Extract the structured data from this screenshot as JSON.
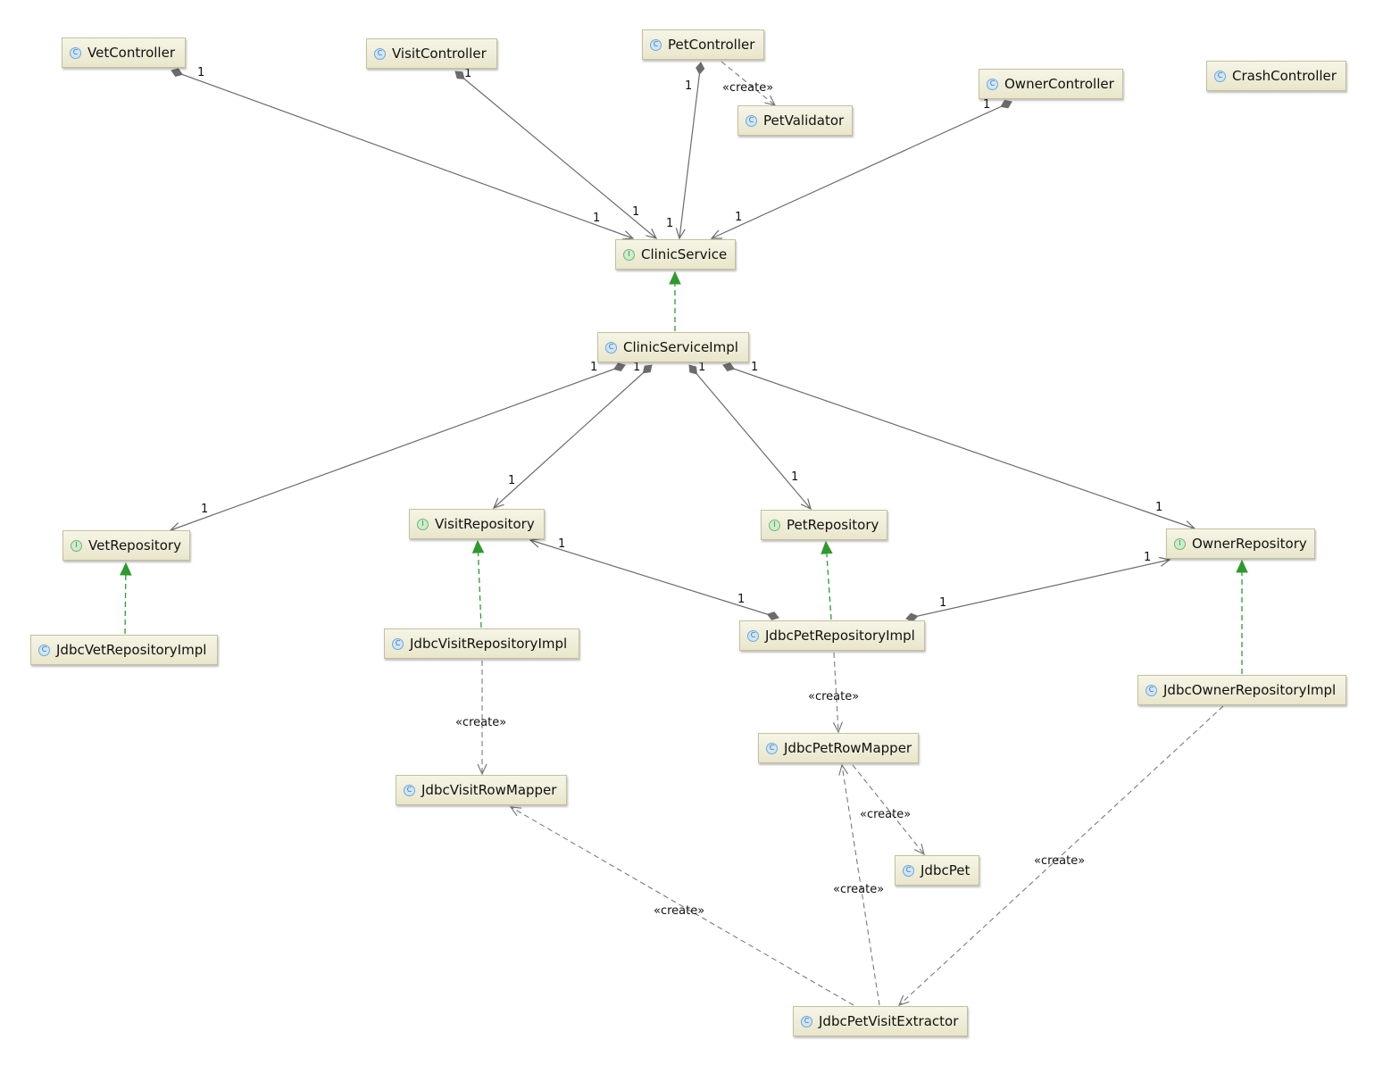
{
  "diagram": {
    "nodes": {
      "vet_controller": {
        "name": "VetController",
        "kind": "class",
        "icon": "class-icon"
      },
      "visit_controller": {
        "name": "VisitController",
        "kind": "class",
        "icon": "class-icon"
      },
      "pet_controller": {
        "name": "PetController",
        "kind": "class",
        "icon": "class-icon"
      },
      "owner_controller": {
        "name": "OwnerController",
        "kind": "class",
        "icon": "class-icon"
      },
      "crash_controller": {
        "name": "CrashController",
        "kind": "class",
        "icon": "class-icon"
      },
      "pet_validator": {
        "name": "PetValidator",
        "kind": "class",
        "icon": "class-icon"
      },
      "clinic_service": {
        "name": "ClinicService",
        "kind": "interface",
        "icon": "interface-icon"
      },
      "clinic_service_impl": {
        "name": "ClinicServiceImpl",
        "kind": "class",
        "icon": "class-icon"
      },
      "vet_repository": {
        "name": "VetRepository",
        "kind": "interface",
        "icon": "interface-icon"
      },
      "visit_repository": {
        "name": "VisitRepository",
        "kind": "interface",
        "icon": "interface-icon"
      },
      "pet_repository": {
        "name": "PetRepository",
        "kind": "interface",
        "icon": "interface-icon"
      },
      "owner_repository": {
        "name": "OwnerRepository",
        "kind": "interface",
        "icon": "interface-icon"
      },
      "jdbc_vet_repository_impl": {
        "name": "JdbcVetRepositoryImpl",
        "kind": "class",
        "icon": "class-icon"
      },
      "jdbc_visit_repository_impl": {
        "name": "JdbcVisitRepositoryImpl",
        "kind": "class",
        "icon": "class-icon"
      },
      "jdbc_pet_repository_impl": {
        "name": "JdbcPetRepositoryImpl",
        "kind": "class",
        "icon": "class-icon"
      },
      "jdbc_owner_repository_impl": {
        "name": "JdbcOwnerRepositoryImpl",
        "kind": "class",
        "icon": "class-icon"
      },
      "jdbc_visit_row_mapper": {
        "name": "JdbcVisitRowMapper",
        "kind": "class",
        "icon": "class-icon"
      },
      "jdbc_pet_row_mapper": {
        "name": "JdbcPetRowMapper",
        "kind": "class",
        "icon": "class-icon"
      },
      "jdbc_pet": {
        "name": "JdbcPet",
        "kind": "class",
        "icon": "class-icon"
      },
      "jdbc_pet_visit_extractor": {
        "name": "JdbcPetVisitExtractor",
        "kind": "class",
        "icon": "class-icon"
      }
    },
    "badge_letters": {
      "class": "C",
      "interface": "I"
    },
    "colors": {
      "association": "#6b6b6b",
      "realization": "#2e9a2e",
      "dependency": "#7a7a7a",
      "node_fill": "#efecd4",
      "node_border": "#c4c09c"
    },
    "edges": [
      {
        "id": "e1",
        "kind": "association",
        "from": "vet_controller",
        "to": "clinic_service",
        "source_mult": "1",
        "target_mult": "1"
      },
      {
        "id": "e2",
        "kind": "association",
        "from": "visit_controller",
        "to": "clinic_service",
        "source_mult": "1",
        "target_mult": "1"
      },
      {
        "id": "e3",
        "kind": "association",
        "from": "pet_controller",
        "to": "clinic_service",
        "source_mult": "1",
        "target_mult": "1"
      },
      {
        "id": "e4",
        "kind": "association",
        "from": "owner_controller",
        "to": "clinic_service",
        "source_mult": "1",
        "target_mult": "1"
      },
      {
        "id": "e5",
        "kind": "dependency",
        "from": "pet_controller",
        "to": "pet_validator",
        "label": "«create»"
      },
      {
        "id": "e6",
        "kind": "realization",
        "from": "clinic_service_impl",
        "to": "clinic_service"
      },
      {
        "id": "e7",
        "kind": "association",
        "from": "clinic_service_impl",
        "to": "vet_repository",
        "source_mult": "1",
        "target_mult": "1"
      },
      {
        "id": "e8",
        "kind": "association",
        "from": "clinic_service_impl",
        "to": "visit_repository",
        "source_mult": "1",
        "target_mult": "1"
      },
      {
        "id": "e9",
        "kind": "association",
        "from": "clinic_service_impl",
        "to": "pet_repository",
        "source_mult": "1",
        "target_mult": "1"
      },
      {
        "id": "e10",
        "kind": "association",
        "from": "clinic_service_impl",
        "to": "owner_repository",
        "source_mult": "1",
        "target_mult": "1"
      },
      {
        "id": "e11",
        "kind": "realization",
        "from": "jdbc_vet_repository_impl",
        "to": "vet_repository"
      },
      {
        "id": "e12",
        "kind": "realization",
        "from": "jdbc_visit_repository_impl",
        "to": "visit_repository"
      },
      {
        "id": "e13",
        "kind": "realization",
        "from": "jdbc_pet_repository_impl",
        "to": "pet_repository"
      },
      {
        "id": "e14",
        "kind": "realization",
        "from": "jdbc_owner_repository_impl",
        "to": "owner_repository"
      },
      {
        "id": "e15",
        "kind": "association",
        "from": "jdbc_pet_repository_impl",
        "to": "visit_repository",
        "source_mult": "1",
        "target_mult": "1"
      },
      {
        "id": "e16",
        "kind": "association",
        "from": "jdbc_pet_repository_impl",
        "to": "owner_repository",
        "source_mult": "1",
        "target_mult": "1"
      },
      {
        "id": "e17",
        "kind": "dependency",
        "from": "jdbc_visit_repository_impl",
        "to": "jdbc_visit_row_mapper",
        "label": "«create»"
      },
      {
        "id": "e18",
        "kind": "dependency",
        "from": "jdbc_pet_repository_impl",
        "to": "jdbc_pet_row_mapper",
        "label": "«create»"
      },
      {
        "id": "e19",
        "kind": "dependency",
        "from": "jdbc_pet_row_mapper",
        "to": "jdbc_pet",
        "label": "«create»"
      },
      {
        "id": "e20",
        "kind": "dependency",
        "from": "jdbc_pet_visit_extractor",
        "to": "jdbc_visit_row_mapper",
        "label": "«create»"
      },
      {
        "id": "e21",
        "kind": "dependency",
        "from": "jdbc_pet_visit_extractor",
        "to": "jdbc_pet_row_mapper",
        "label": "«create»"
      },
      {
        "id": "e22",
        "kind": "dependency",
        "from": "jdbc_owner_repository_impl",
        "to": "jdbc_pet_visit_extractor",
        "label": "«create»"
      }
    ]
  }
}
